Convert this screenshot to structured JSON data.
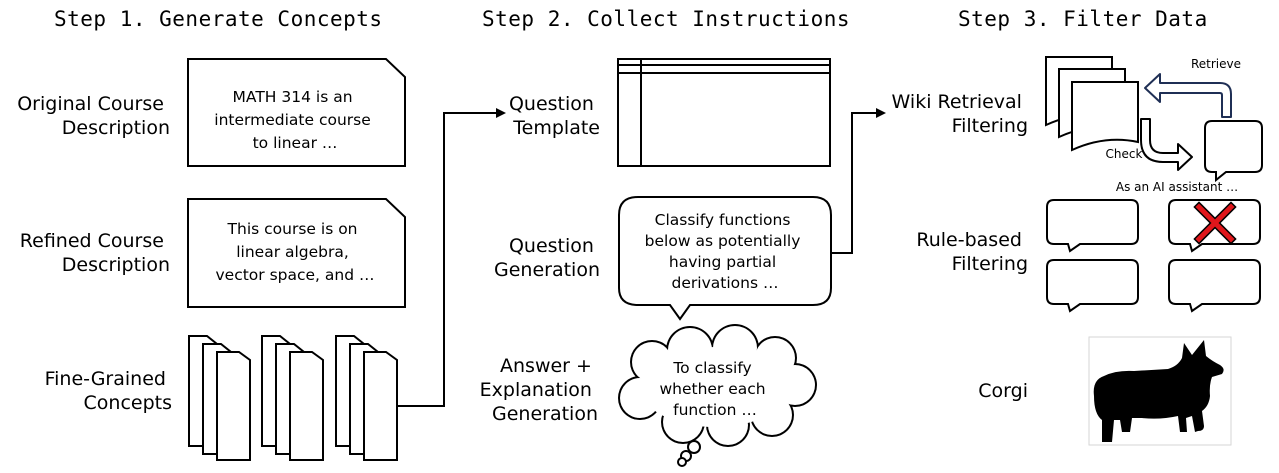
{
  "steps": {
    "step1_title": "Step 1. Generate Concepts",
    "step2_title": "Step 2. Collect Instructions",
    "step3_title": "Step 3. Filter Data"
  },
  "step1": {
    "original_label": [
      "Original Course",
      "Description"
    ],
    "original_text": [
      "MATH 314 is an",
      "intermediate course",
      "to linear …"
    ],
    "refined_label": [
      "Refined Course",
      "Description"
    ],
    "refined_text": [
      "This course is on",
      "linear algebra,",
      "vector space, and …"
    ],
    "fine_label": [
      "Fine-Grained",
      "Concepts"
    ]
  },
  "step2": {
    "template_label": [
      "Question",
      "Template"
    ],
    "question_label": [
      "Question",
      "Generation"
    ],
    "question_text": [
      "Classify functions",
      "below as potentially",
      "having partial",
      "derivations  …"
    ],
    "answer_label": [
      "Answer +",
      "Explanation",
      "Generation"
    ],
    "answer_text": [
      "To classify",
      "whether each",
      "function …"
    ]
  },
  "step3": {
    "wiki_label": [
      "Wiki Retrieval",
      "Filtering"
    ],
    "retrieve_label": "Retrieve",
    "check_label": "Check",
    "assistant_text": "As an AI assistant …",
    "rule_label": [
      "Rule-based",
      "Filtering"
    ],
    "corgi_label": "Corgi"
  },
  "colors": {
    "stroke": "#000000",
    "retrieve_arrow": "#1f2f55",
    "reject_x": "#e0161b",
    "silhouette": "#000000"
  },
  "icons": {
    "fine_grained": "stacked-pages-icon",
    "reject": "red-x-icon",
    "corgi": "corgi-silhouette-icon"
  }
}
